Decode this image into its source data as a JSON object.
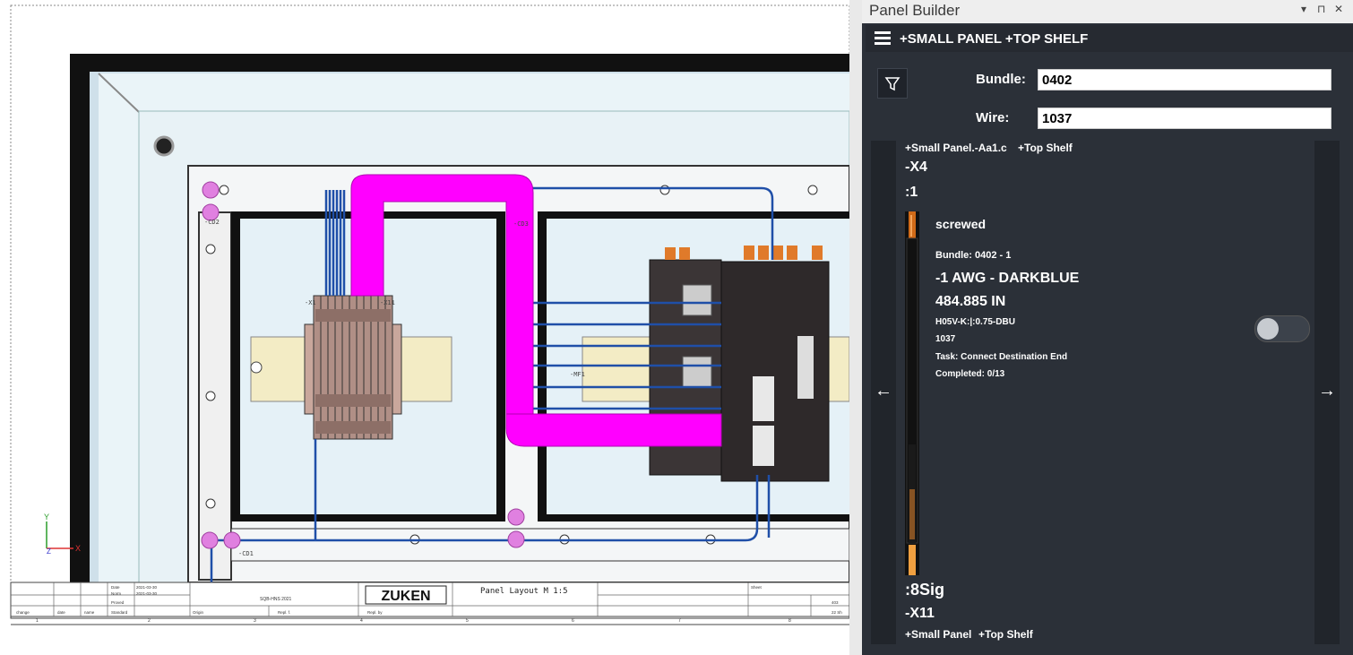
{
  "panel": {
    "window_title": "Panel Builder",
    "title_controls": [
      "▾",
      "⊓",
      "✕"
    ],
    "header_title": "+SMALL PANEL +TOP SHELF",
    "bundle_label": "Bundle:",
    "bundle_value": "0402",
    "wire_label": "Wire:",
    "wire_value": "1037",
    "source": {
      "location": "+Small Panel.-Aa1.c",
      "shelf": "+Top Shelf",
      "device": "-X4",
      "pin": ":1"
    },
    "details": {
      "termination": "screwed",
      "bundle": "Bundle: 0402 - 1",
      "gauge_color": "-1 AWG - DARKBLUE",
      "length": "484.885 IN",
      "part": "H05V-K:|:0.75-DBU",
      "wire_id": "1037",
      "task": "Task: Connect Destination End",
      "completed": "Completed: 0/13"
    },
    "destination": {
      "pin": ":8Sig",
      "device": "-X11",
      "location": "+Small Panel",
      "shelf": "+Top Shelf"
    },
    "nav": {
      "prev": "←",
      "next": "→"
    },
    "icons": {
      "menu": "hamburger-menu-icon",
      "filter": "filter-funnel-icon"
    },
    "colors": {
      "panel_bg": "#2b3038",
      "bundle": "#ff00ff",
      "wire": "#1f4fa8"
    }
  },
  "drawing": {
    "brand": "ZUKEN",
    "sheet_title": "Panel Layout M 1:5",
    "project": "SQB-HNS 2021",
    "component_labels": [
      "-CD2",
      "-CD3",
      "-CD1",
      "-X1",
      "-X11",
      "-MF1"
    ],
    "axis_y": "Y",
    "axis_x": "X",
    "axis_z": "Z",
    "title_block_small": [
      "change",
      "date",
      "name",
      "Standard",
      "Origin",
      "Repl. f.",
      "Repl. by",
      "Date",
      "Proved",
      "Norm",
      "2021-03-30",
      "2021-03-30",
      "Sheet",
      "22 Sh",
      "403"
    ],
    "column_numbers": [
      "1",
      "2",
      "3",
      "4",
      "5",
      "6",
      "7",
      "8"
    ]
  }
}
